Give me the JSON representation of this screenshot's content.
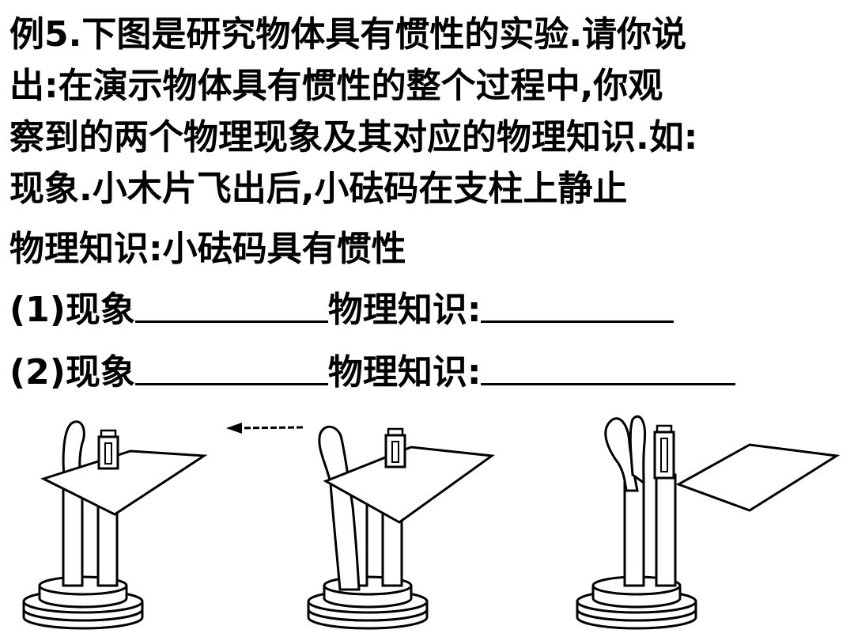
{
  "problem": {
    "line1": "例5.下图是研究物体具有惯性的实验.请你说",
    "line2": "出:在演示物体具有惯性的整个过程中,你观",
    "line3": "察到的两个物理现象及其对应的物理知识.如:",
    "line4": "现象.小木片飞出后,小砝码在支柱上静止",
    "line5": "物理知识:小砝码具有惯性"
  },
  "q1": {
    "number": "(1)",
    "phenomenon_label": "现象",
    "knowledge_label": "物理知识:"
  },
  "q2": {
    "number": "(2)",
    "phenomenon_label": "现象",
    "knowledge_label": "物理知识:"
  },
  "figure": {
    "panels": [
      "before-flick",
      "during-flick",
      "after-flick"
    ],
    "stroke_color": "#000000"
  }
}
